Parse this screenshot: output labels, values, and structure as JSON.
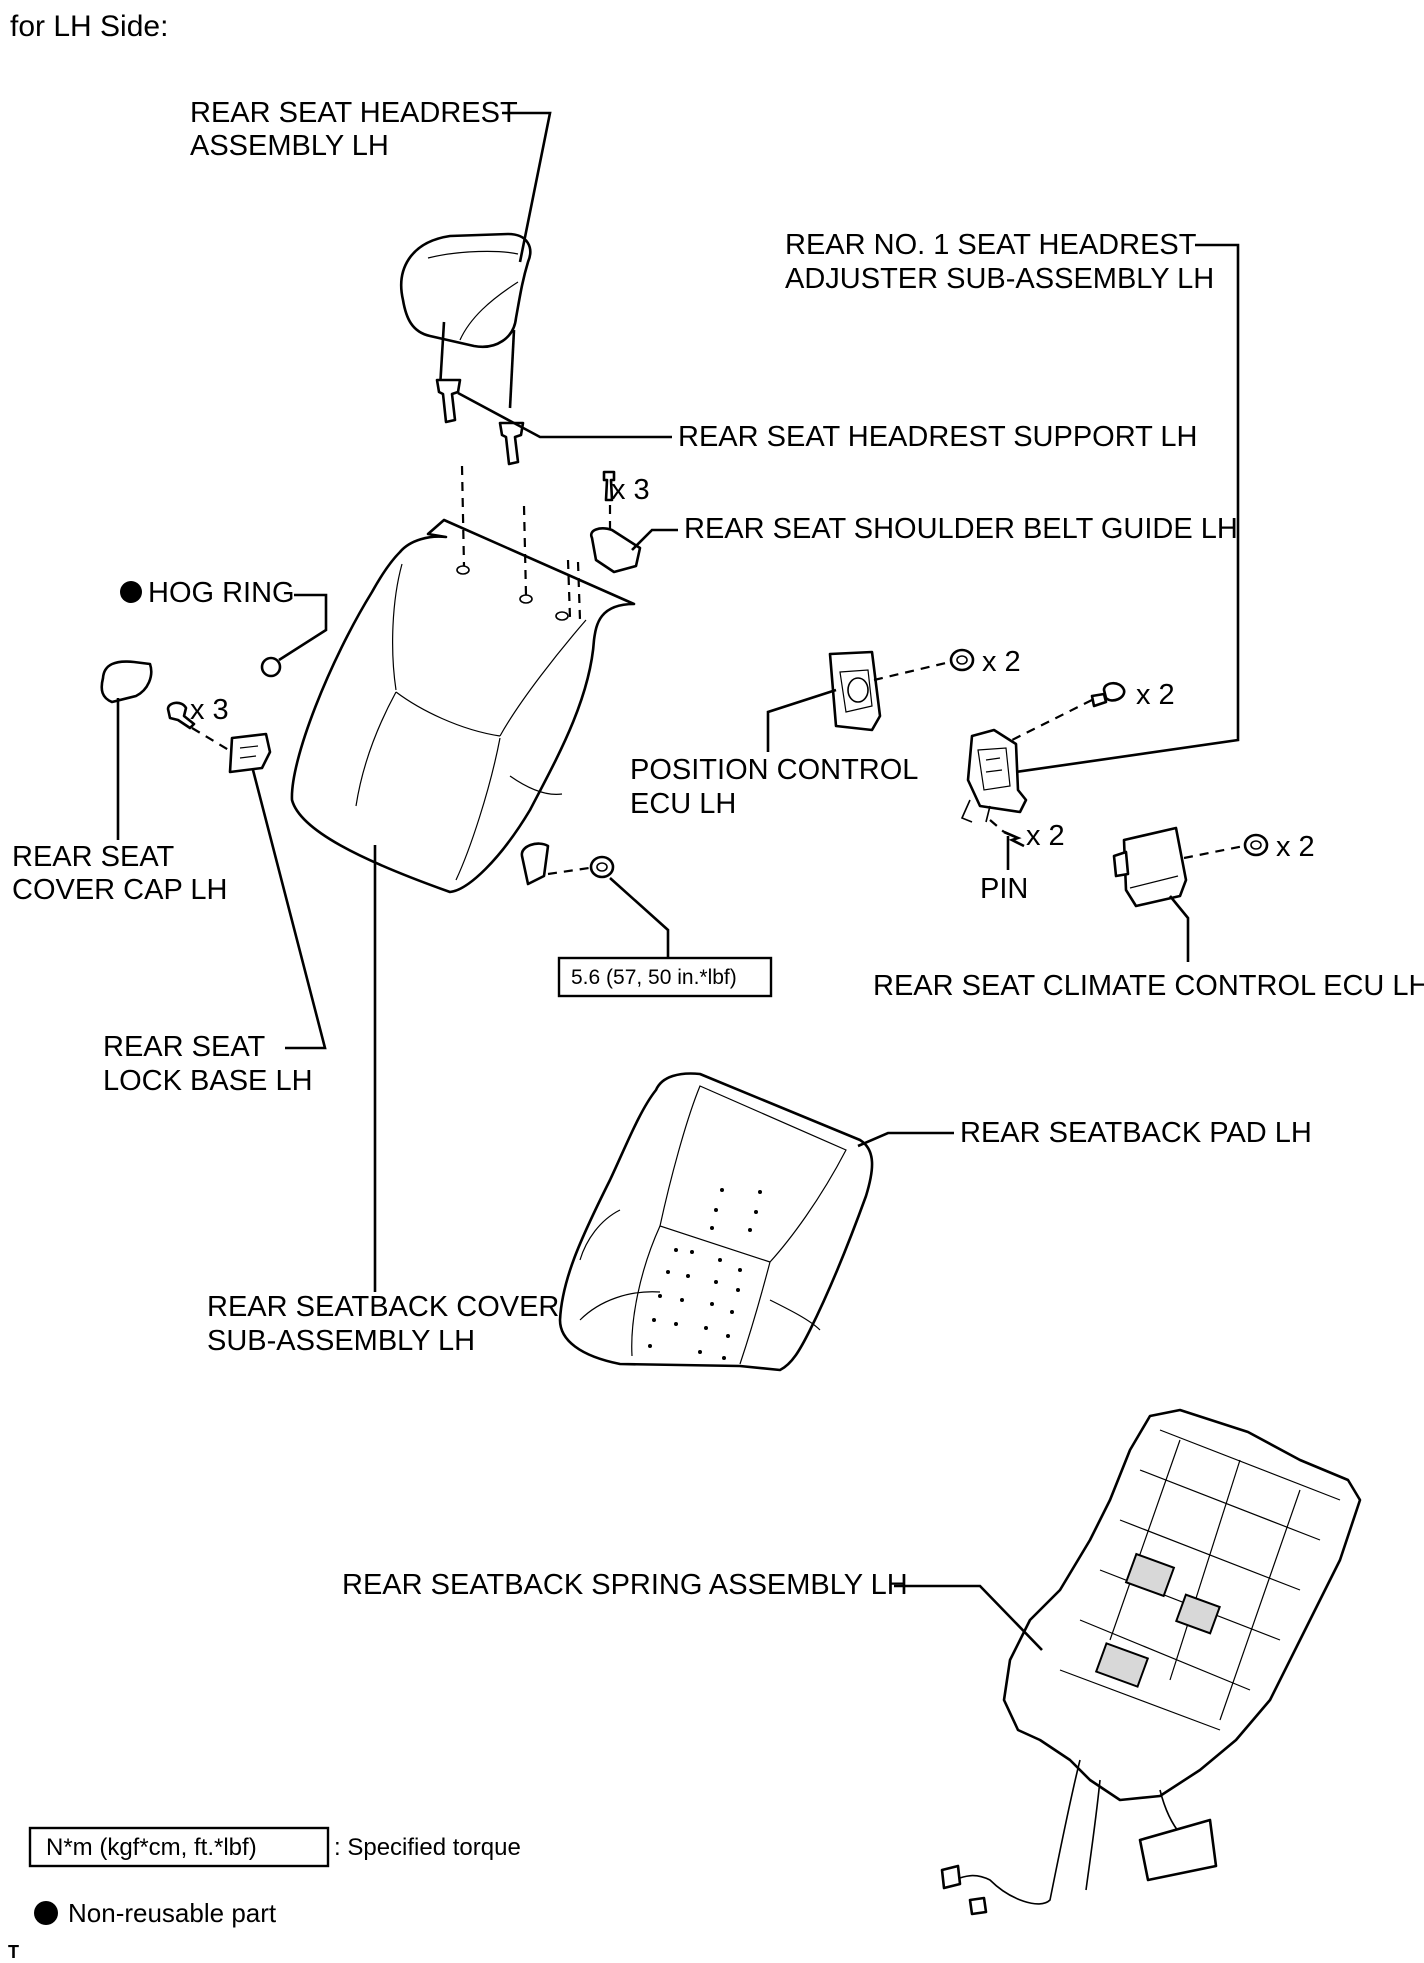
{
  "header": "for LH Side:",
  "labels": {
    "headrest": [
      "REAR SEAT HEADREST",
      "ASSEMBLY LH"
    ],
    "headrest_adjuster": [
      "REAR NO. 1 SEAT HEADREST",
      "ADJUSTER SUB-ASSEMBLY LH"
    ],
    "headrest_support": "REAR SEAT HEADREST SUPPORT LH",
    "shoulder_belt_guide": "REAR SEAT SHOULDER BELT GUIDE LH",
    "hog_ring": "HOG RING",
    "position_control_ecu": [
      "POSITION CONTROL",
      "ECU LH"
    ],
    "pin": "PIN",
    "cover_cap": [
      "REAR SEAT",
      "COVER CAP LH"
    ],
    "climate_ecu": "REAR SEAT CLIMATE CONTROL ECU LH",
    "lock_base": [
      "REAR SEAT",
      "LOCK BASE LH"
    ],
    "seatback_pad": "REAR SEATBACK PAD LH",
    "seatback_cover": [
      "REAR SEATBACK COVER",
      "SUB-ASSEMBLY LH"
    ],
    "spring_assembly": "REAR SEATBACK SPRING ASSEMBLY LH"
  },
  "quantities": {
    "belt_guide_bolts": "x 3",
    "lock_base_screws": "x 3",
    "ecu_nuts": "x 2",
    "adjuster_bolts": "x 2",
    "pins": "x 2",
    "climate_ecu_nuts": "x 2"
  },
  "torque_spec": "5.6 (57, 50 in.*lbf)",
  "legend": {
    "torque_box": "N*m (kgf*cm, ft.*lbf)",
    "torque_text": ": Specified torque",
    "nonreusable_text": "Non-reusable part"
  },
  "corner_mark": "T"
}
